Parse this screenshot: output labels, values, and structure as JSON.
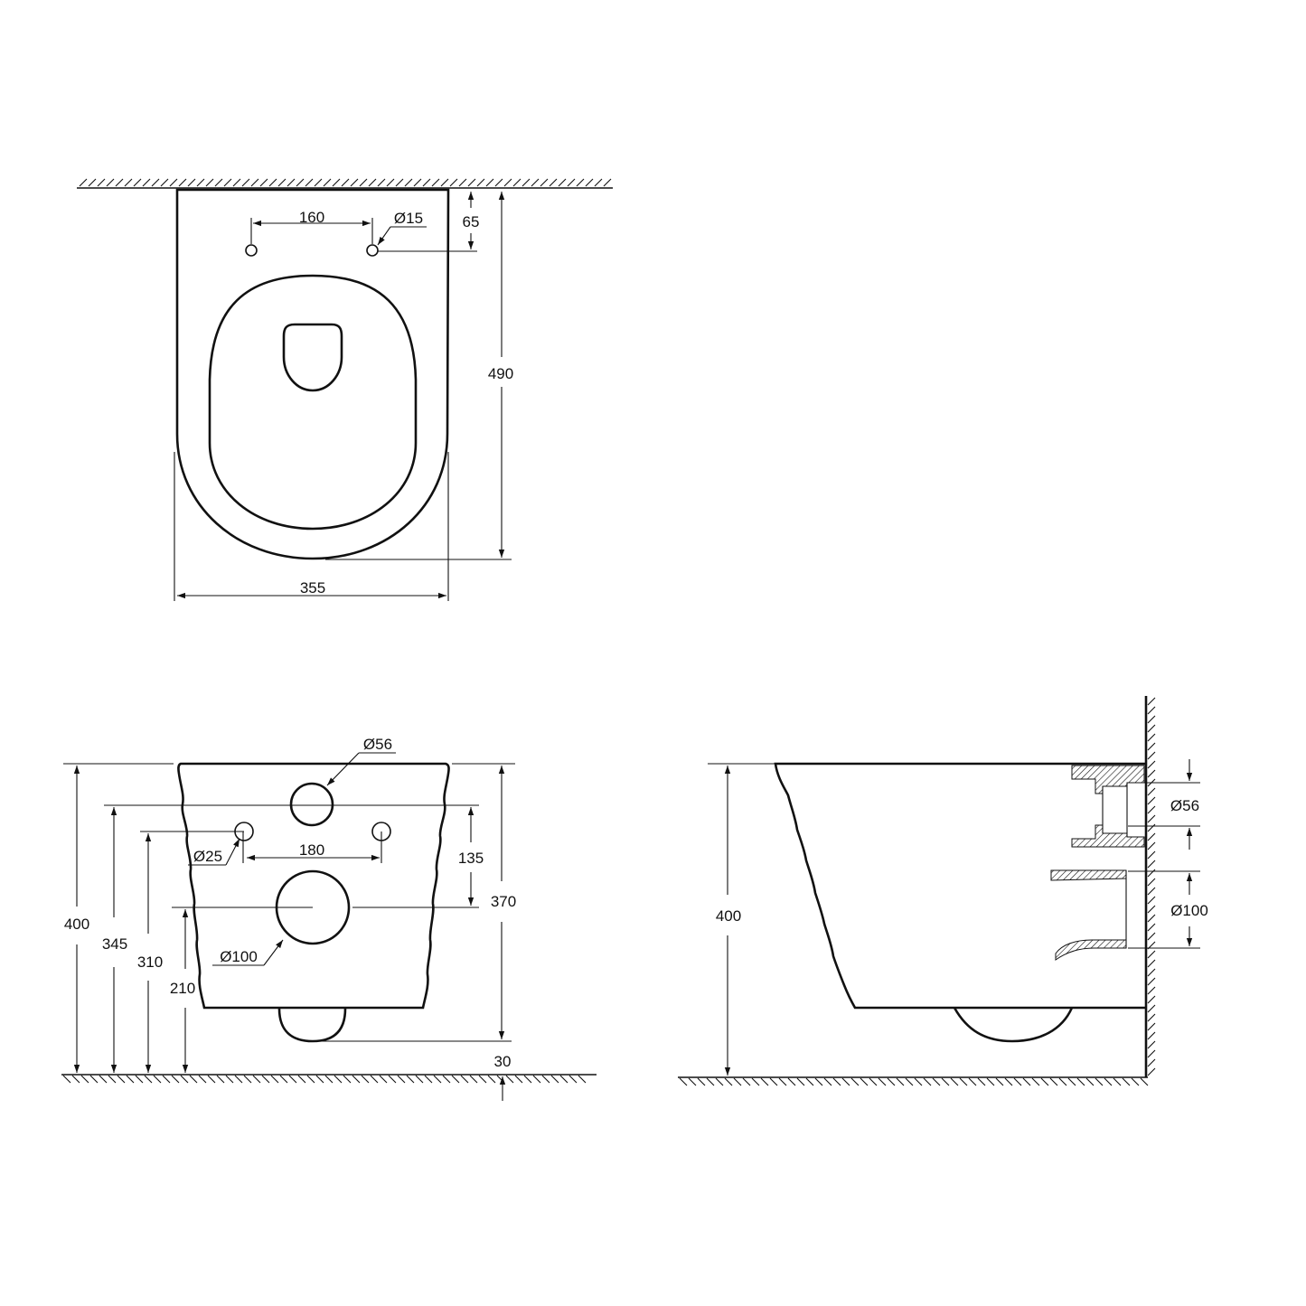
{
  "drawing": {
    "title": "Wall-hung toilet dimension drawing",
    "line_color": "#111111",
    "background": "#ffffff"
  },
  "top_view": {
    "hole_spacing": "160",
    "hole_diameter": "Ø15",
    "hole_offset_from_wall": "65",
    "depth": "490",
    "width": "355"
  },
  "front_view": {
    "inlet_diameter": "Ø56",
    "bolt_hole_diameter": "Ø25",
    "bolt_spacing": "180",
    "inlet_to_outlet": "135",
    "outlet_diameter": "Ø100",
    "total_height": "400",
    "inlet_height": "345",
    "bolt_height": "310",
    "outlet_height": "210",
    "bottom_height": "370",
    "floor_clearance": "30"
  },
  "side_view": {
    "total_height": "400",
    "inlet_diameter": "Ø56",
    "outlet_diameter": "Ø100"
  }
}
